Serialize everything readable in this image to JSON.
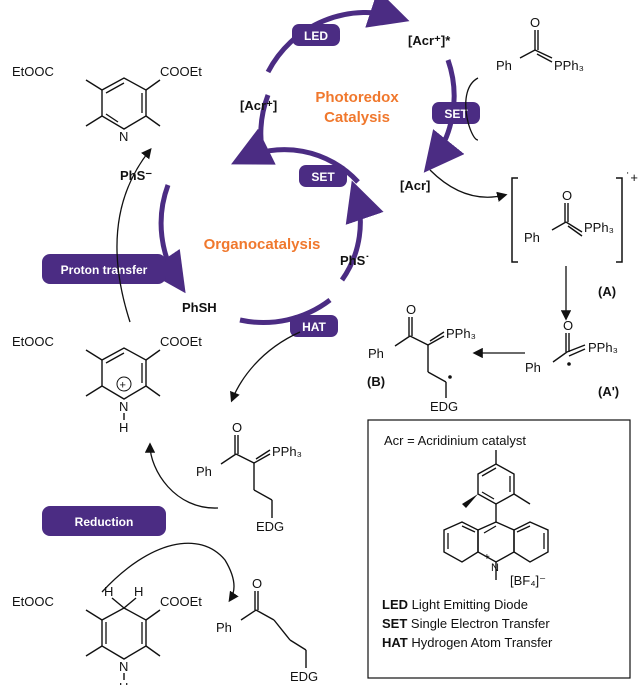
{
  "colors": {
    "purple": "#4b2c83",
    "orange": "#f0782d",
    "black": "#111111"
  },
  "badges": {
    "led": "LED",
    "set_top": "SET",
    "set_mid": "SET",
    "hat": "HAT",
    "proton_transfer": "Proton transfer",
    "reduction": "Reduction"
  },
  "cycles": {
    "photoredox_line1": "Photoredox",
    "photoredox_line2": "Catalysis",
    "organocatalysis": "Organocatalysis"
  },
  "species": {
    "acr_plus_star": "[Acr⁺]*",
    "acr_plus": "[Acr⁺]",
    "acr": "[Acr]",
    "phs_minus": "PhS⁻",
    "phs_radical": "PhS˙",
    "phsh": "PhSH"
  },
  "molecules": {
    "ylide_ph": "Ph",
    "ylide_pph3": "PPh₃",
    "ylide_o": "O",
    "radical_cation_charge": "˙+",
    "label_a": "(A)",
    "label_a_prime": "(A')",
    "label_b": "(B)",
    "edg": "EDG",
    "etooc": "EtOOC",
    "cooet": "COOEt",
    "n": "N",
    "h": "H"
  },
  "legend": {
    "acr_definition": "Acr = Acridinium catalyst",
    "bf4": "[BF₄]⁻",
    "led_key": "LED",
    "led_text": "Light Emitting Diode",
    "set_key": "SET",
    "set_text": "Single Electron Transfer",
    "hat_key": "HAT",
    "hat_text": "Hydrogen Atom Transfer"
  }
}
